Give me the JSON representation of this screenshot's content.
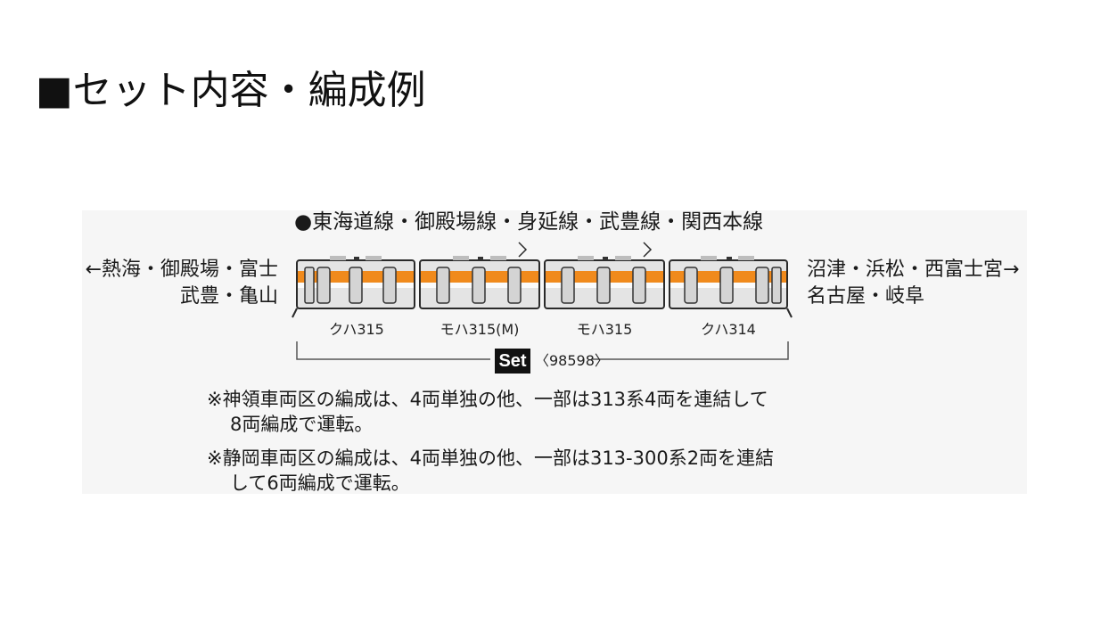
{
  "heading": "■セット内容・編成例",
  "route_line": "●東海道線・御殿場線・身延線・武豊線・関西本線",
  "destinations": {
    "left_line1": "←熱海・御殿場・富士",
    "left_line2": "武豊・亀山",
    "right_line1": "沼津・浜松・西富士宮→",
    "right_line2": "名古屋・岐阜"
  },
  "cars": [
    {
      "label": "クハ315"
    },
    {
      "label": "モハ315(M)"
    },
    {
      "label": "モハ315"
    },
    {
      "label": "クハ314"
    }
  ],
  "set": {
    "badge": "Set",
    "number": "〈98598〉"
  },
  "notes": [
    "※神領車両区の編成は、4両単独の他、一部は313系4両を連結して",
    "8両編成で運転。",
    "※静岡車両区の編成は、4両単独の他、一部は313-300系2両を連結",
    "して6両編成で運転。"
  ],
  "colors": {
    "stripe": "#f08a1c",
    "car_body": "#e4e4e4",
    "outline": "#2a2a2a",
    "panel": "#f6f6f6"
  }
}
